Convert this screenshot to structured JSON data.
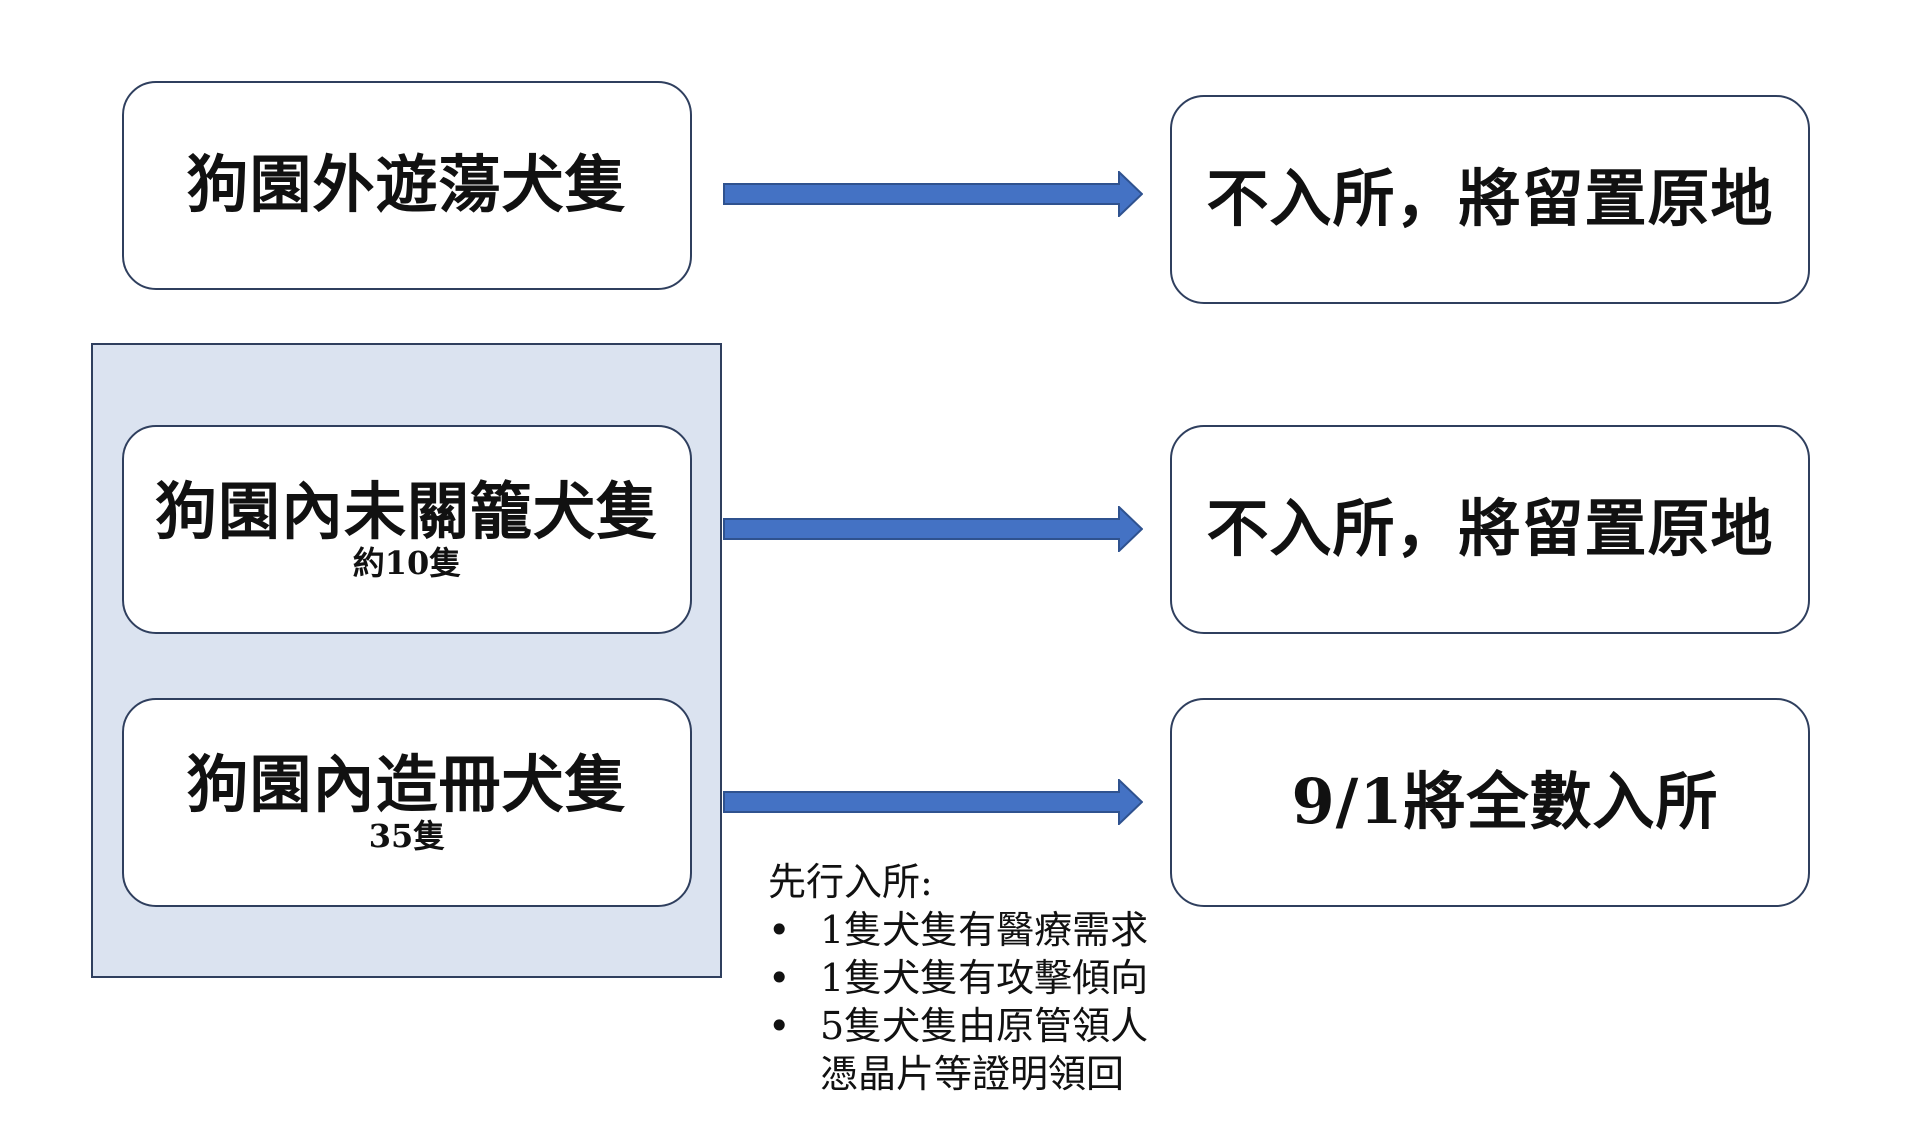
{
  "left_boxes": [
    {
      "title": "狗園外遊蕩犬隻",
      "subtitle": ""
    },
    {
      "title": "狗園內未關籠犬隻",
      "subtitle": "約10隻"
    },
    {
      "title": "狗園內造冊犬隻",
      "subtitle": "35隻"
    }
  ],
  "right_boxes": [
    {
      "title": "不入所，將留置原地"
    },
    {
      "title": "不入所，將留置原地"
    },
    {
      "title": "9/1將全數入所"
    }
  ],
  "notes": {
    "title": "先行入所:",
    "items": [
      "1隻犬隻有醫療需求",
      "1隻犬隻有攻擊傾向",
      "5隻犬隻由原管領人",
      "憑晶片等證明領回"
    ],
    "bullet": "•"
  },
  "colors": {
    "arrow_fill": "#4472c4",
    "arrow_stroke": "#2f528f",
    "panel_fill": "#dbe3f0",
    "border": "#2f3f5e"
  }
}
